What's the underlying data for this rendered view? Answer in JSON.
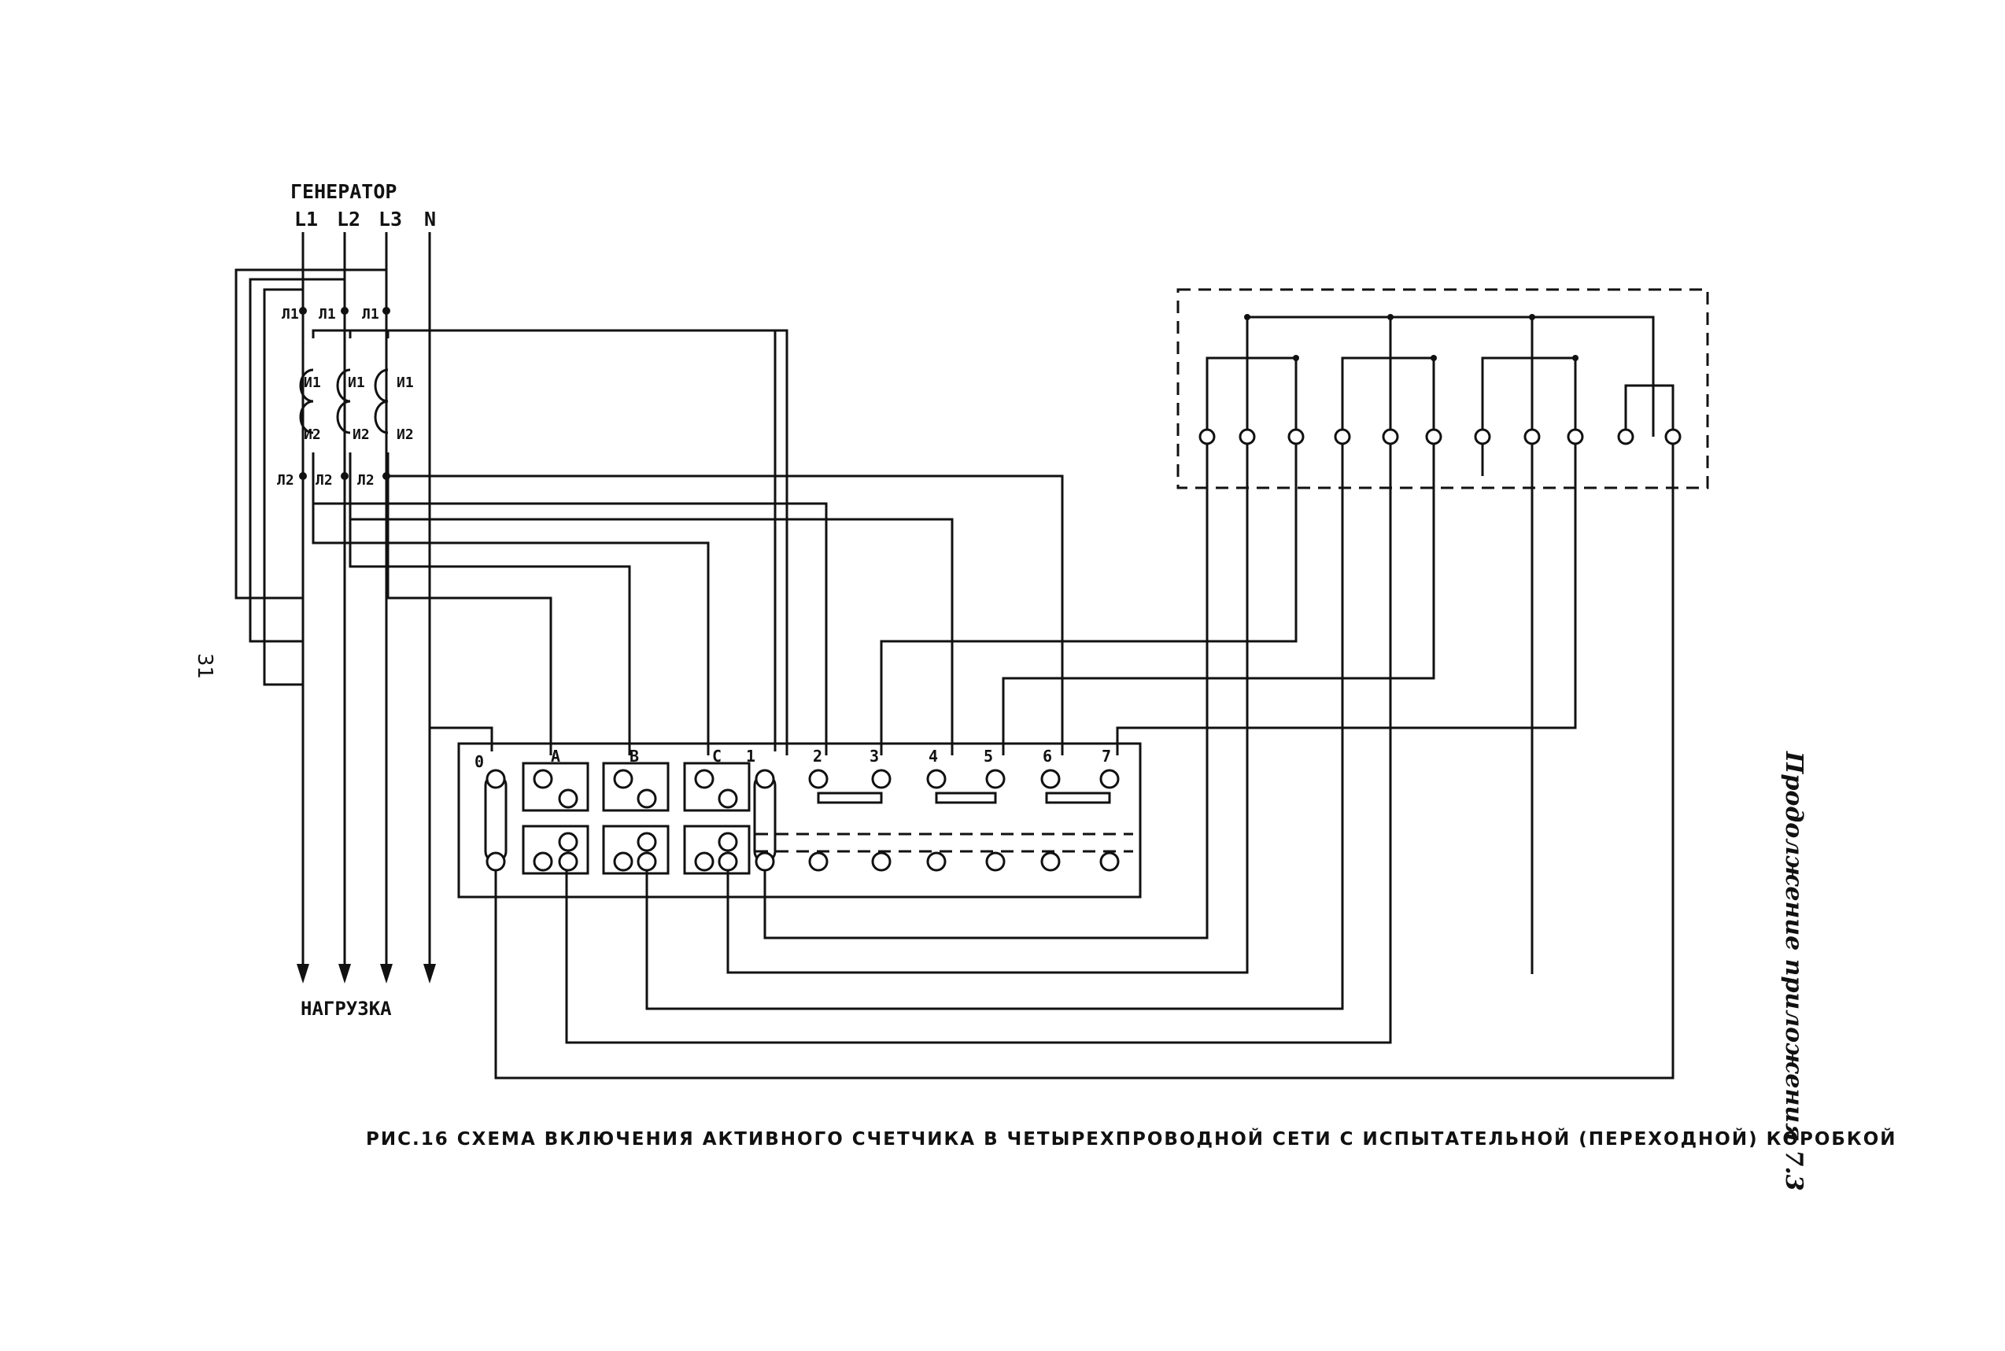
{
  "generator": {
    "title": "ГЕНЕРАТОР",
    "phases": [
      "L1",
      "L2",
      "L3",
      "N"
    ]
  },
  "load_label": "НАГРУЗКА",
  "transformer_labels": {
    "l1": [
      "Л1",
      "Л1",
      "Л1"
    ],
    "i1": [
      "И1",
      "И1",
      "И1"
    ],
    "i2": [
      "И2",
      "И2",
      "И2"
    ],
    "l2": [
      "Л2",
      "Л2",
      "Л2"
    ]
  },
  "terminal_labels": [
    "0",
    "A",
    "B",
    "C",
    "1",
    "2",
    "3",
    "4",
    "5",
    "6",
    "7"
  ],
  "page_number": "31",
  "side_note": "Продолжение приложения 7.3",
  "caption": "РИС.16   СХЕМА ВКЛЮЧЕНИЯ АКТИВНОГО СЧЕТЧИКА В ЧЕТЫРЕХПРОВОДНОЙ СЕТИ С ИСПЫТАТЕЛЬНОЙ (ПЕРЕХОДНОЙ) КОРОБКОЙ"
}
